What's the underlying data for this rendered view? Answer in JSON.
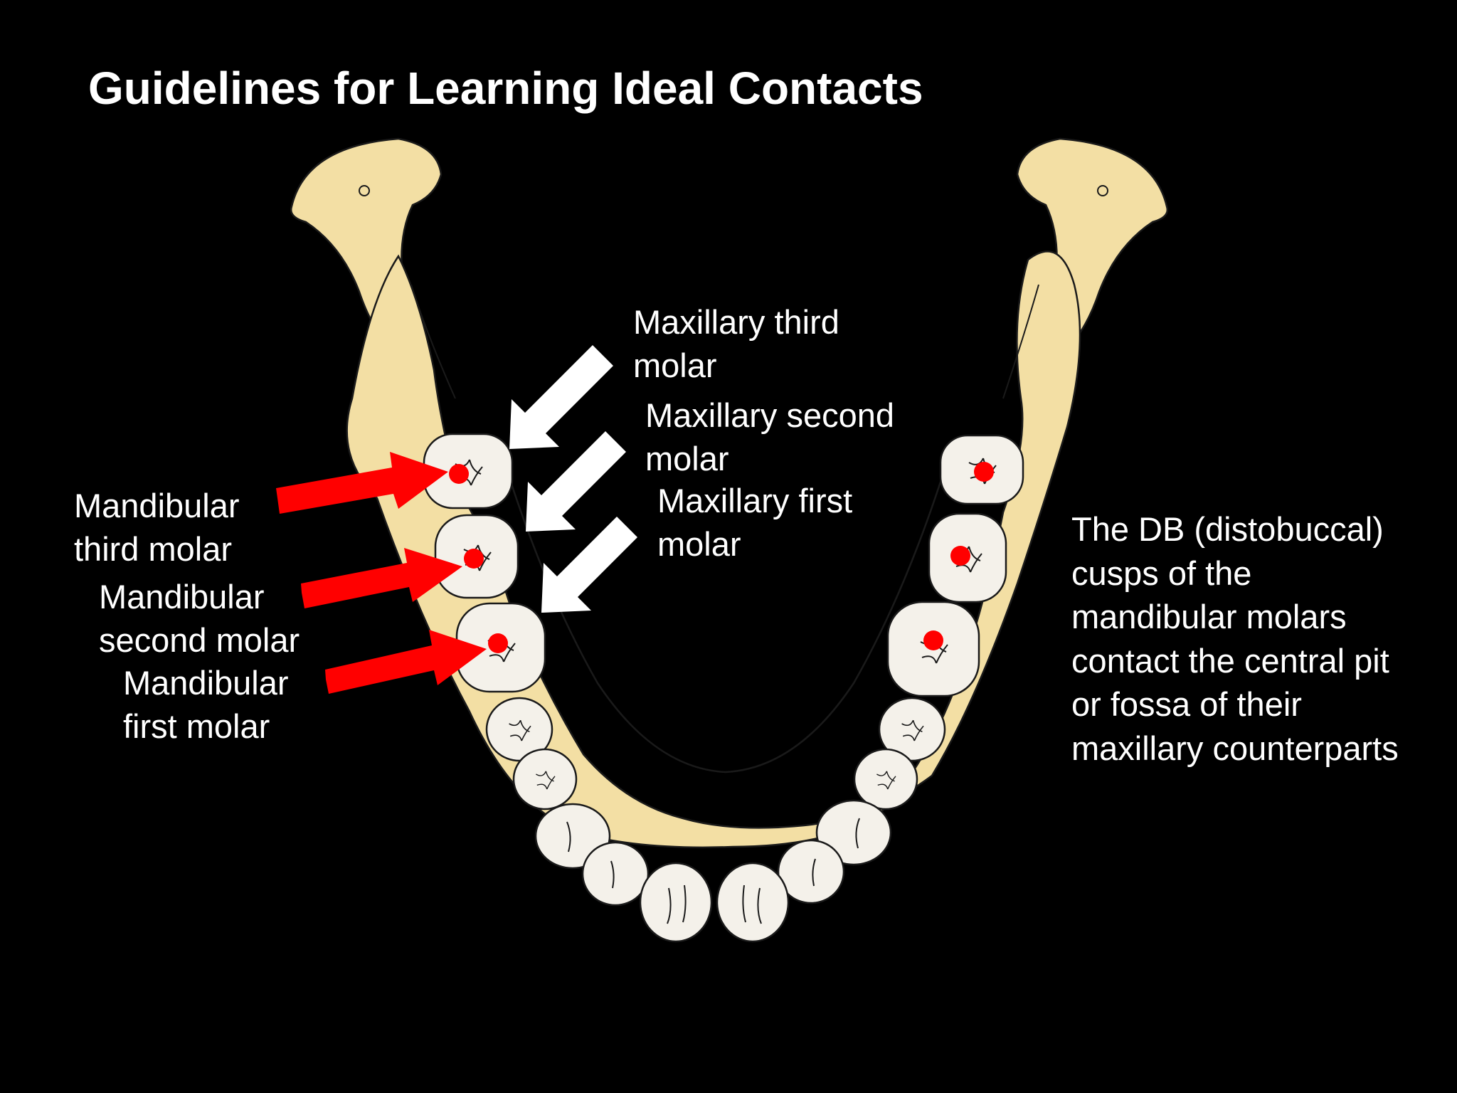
{
  "title": "Guidelines for Learning Ideal Contacts",
  "colors": {
    "background": "#000000",
    "bone": "#f3dfa4",
    "tooth": "#f4f1ea",
    "outline": "#1a1a1a",
    "contact_dot": "#ff0000",
    "mandibular_arrow": "#ff0000",
    "maxillary_arrow": "#ffffff",
    "text": "#ffffff"
  },
  "maxillary_labels": {
    "third": [
      "Maxillary third",
      "molar"
    ],
    "second": [
      "Maxillary second",
      "molar"
    ],
    "first": [
      "Maxillary first",
      "molar"
    ]
  },
  "mandibular_labels": {
    "third": [
      "Mandibular",
      "third molar"
    ],
    "second": [
      "Mandibular",
      "second molar"
    ],
    "first": [
      "Mandibular",
      "first molar"
    ]
  },
  "note_lines": [
    "The DB (distobuccal)",
    "cusps of the",
    "mandibular molars",
    "contact the central pit",
    "or fossa of their",
    "maxillary counterparts"
  ]
}
